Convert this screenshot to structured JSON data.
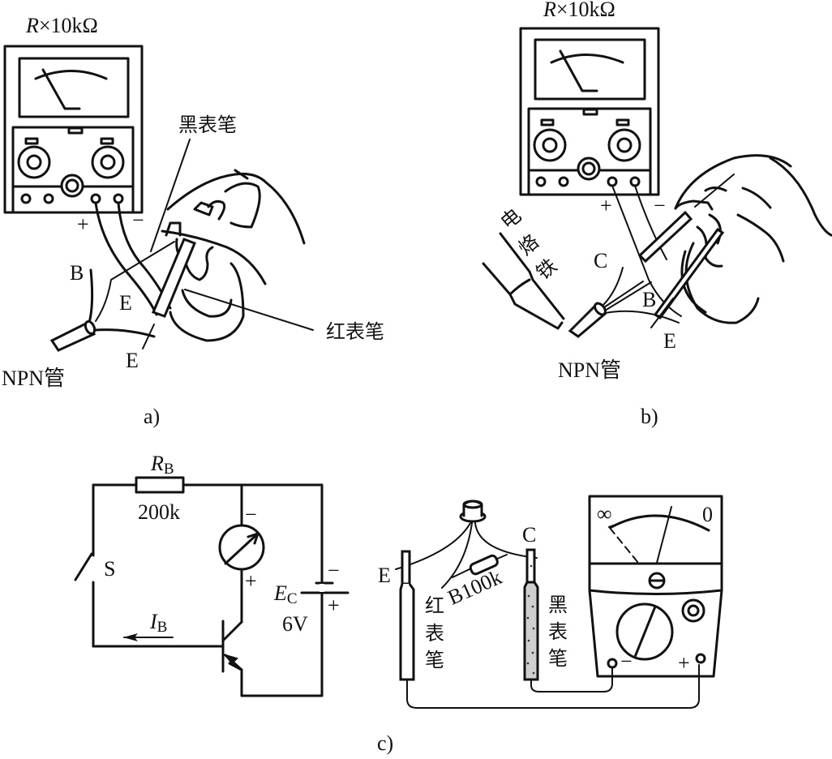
{
  "figure": {
    "panels": [
      {
        "id": "a",
        "caption": "a)",
        "meter_range": {
          "prefix": "R",
          "text": "×10kΩ"
        },
        "terminal_plus": "+",
        "terminal_minus": "−",
        "labels": {
          "black_probe": "黑表笔",
          "red_probe": "红表笔",
          "base": "B",
          "emitter_1": "E",
          "emitter_2": "E",
          "transistor": "NPN管"
        }
      },
      {
        "id": "b",
        "caption": "b)",
        "meter_range": {
          "prefix": "R",
          "text": "×10kΩ"
        },
        "terminal_plus": "+",
        "terminal_minus": "−",
        "labels": {
          "soldering_iron": [
            "电",
            "烙",
            "铁"
          ],
          "collector": "C",
          "base": "B",
          "emitter": "E",
          "transistor": "NPN管"
        }
      },
      {
        "id": "c",
        "caption": "c)",
        "circuit": {
          "resistor_symbol": "R",
          "resistor_sub": "B",
          "resistor_value": "200k",
          "switch": "S",
          "current_symbol": "I",
          "current_sub": "B",
          "meter_minus": "−",
          "meter_plus": "+",
          "battery_symbol": "E",
          "battery_sub": "C",
          "battery_voltage": "6V",
          "battery_minus": "−",
          "battery_plus": "+"
        },
        "probe_setup": {
          "emitter": "E",
          "collector": "C",
          "base_resistor": "B100k",
          "red_probe": [
            "红",
            "表",
            "笔"
          ],
          "black_probe": [
            "黑",
            "表",
            "笔"
          ],
          "scale_infinity": "∞",
          "scale_zero": "0",
          "terminal_minus": "−",
          "terminal_plus": "+"
        }
      }
    ]
  }
}
